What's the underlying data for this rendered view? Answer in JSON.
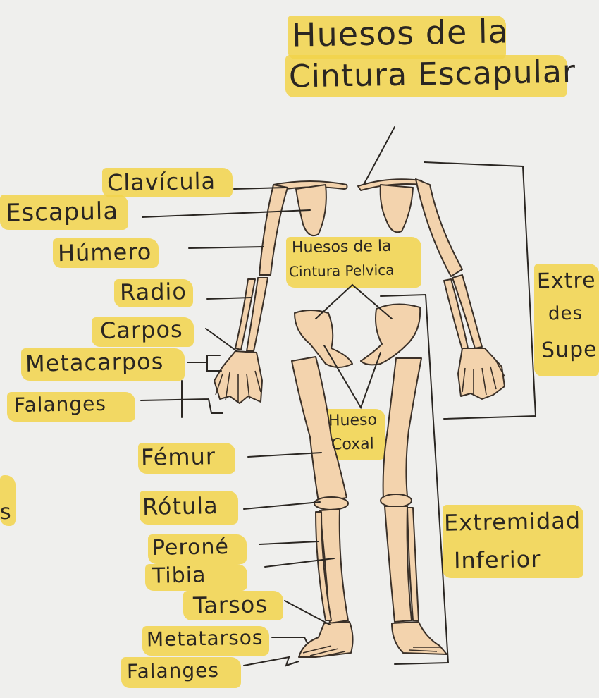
{
  "title": {
    "line1": "Huesos de la",
    "line2": "Cintura Escapular"
  },
  "pelvic_girdle": {
    "line1": "Huesos de la",
    "line2": "Cintura Pelvica"
  },
  "coxal": {
    "line1": "Hueso",
    "line2": "Coxal"
  },
  "upper_limb": {
    "line1": "Extre",
    "line2": "des",
    "line3": "Supe"
  },
  "lower_limb": {
    "line1": "Extremidad",
    "line2": "Inferior"
  },
  "labels": {
    "clavicula": "Clavícula",
    "escapula": "Escapula",
    "humero": "Húmero",
    "radio": "Radio",
    "carpos": "Carpos",
    "metacarpos": "Metacarpos",
    "falanges_mano": "Falanges",
    "femur": "Fémur",
    "rotula": "Rótula",
    "perone": "Peroné",
    "tibia": "Tibia",
    "tarsos": "Tarsos",
    "metatarsos": "Metatarsos",
    "falanges_pie": "Falanges",
    "left_edge_fragment": "s"
  },
  "colors": {
    "highlighter": "#f2d34a",
    "bone": "#f3d3ad",
    "ink": "#2a2622",
    "paper": "#efefed"
  }
}
